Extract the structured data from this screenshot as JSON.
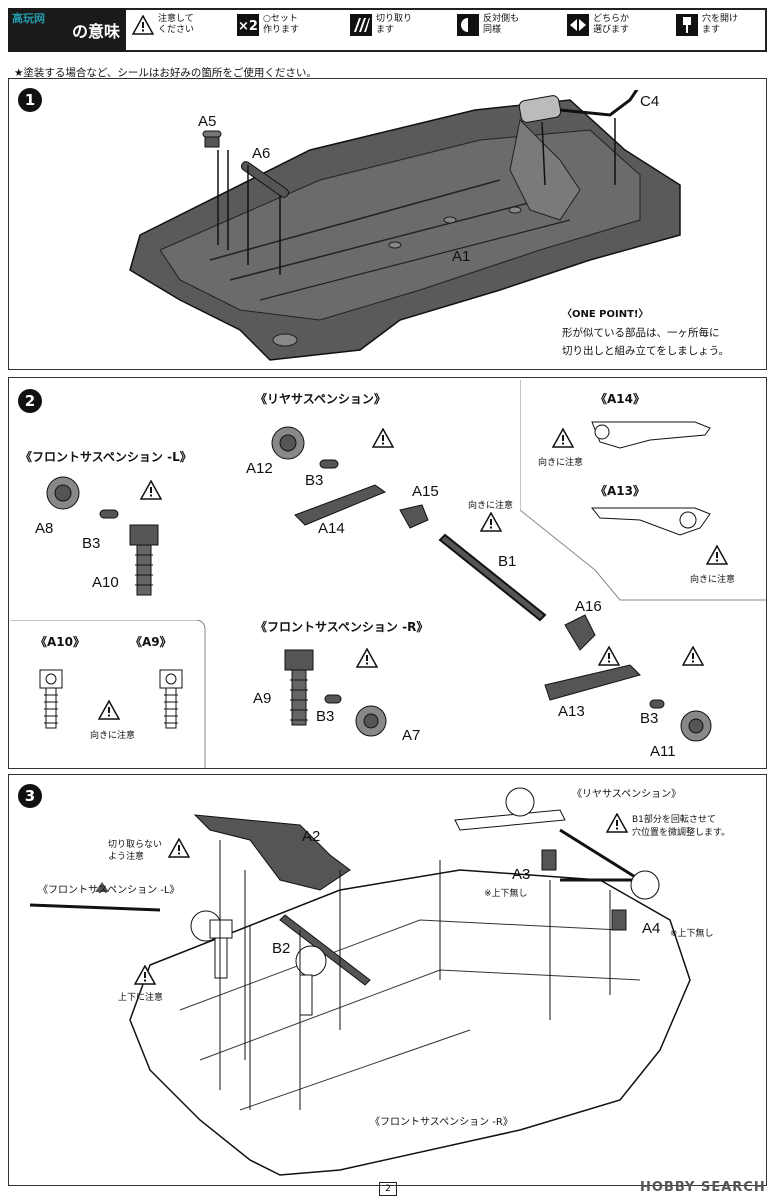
{
  "header": {
    "title": "の意味",
    "watermark_logo": "高玩网",
    "legend": [
      {
        "icon": "warning-icon",
        "label": "注意して\nください"
      },
      {
        "icon": "times-two-icon",
        "label": "○セット\n作ります"
      },
      {
        "icon": "cut-icon",
        "label": "切り取り\nます"
      },
      {
        "icon": "opposite-side-icon",
        "label": "反対側も\n同様"
      },
      {
        "icon": "either-icon",
        "label": "どちらか\n選びます"
      },
      {
        "icon": "drill-hole-icon",
        "label": "穴を開け\nます"
      }
    ]
  },
  "intro_note": "★塗装する場合など、シールはお好みの箇所をご使用ください。",
  "step1": {
    "number": "1",
    "labels": {
      "a5": "A5",
      "a6": "A6",
      "c4": "C4",
      "a1": "A1"
    },
    "one_point_title": "〈ONE POINT!〉",
    "one_point_text_1": "形が似ている部品は、一ヶ所毎に",
    "one_point_text_2": "切り出しと組み立てをしましょう。"
  },
  "step2": {
    "number": "2",
    "front_l_title": "《フロントサスペンション -L》",
    "rear_title": "《リヤサスペンション》",
    "front_r_title": "《フロントサスペンション -R》",
    "a14_title": "《A14》",
    "a13_title": "《A13》",
    "a10_title": "《A10》",
    "a9_title": "《A9》",
    "orientation_note": "向きに注意",
    "labels": {
      "a8": "A8",
      "b3_l": "B3",
      "a10": "A10",
      "a12": "A12",
      "b3_r": "B3",
      "a15": "A15",
      "a14": "A14",
      "b1": "B1",
      "a16": "A16",
      "a13": "A13",
      "b3_rr": "B3",
      "a11": "A11",
      "a9": "A9",
      "b3_fr": "B3",
      "a7": "A7"
    }
  },
  "step3": {
    "number": "3",
    "rear_title": "《リヤサスペンション》",
    "front_l_title": "《フロントサスペンション -L》",
    "front_r_title": "《フロントサスペンション -R》",
    "no_cut_note_1": "切り取らない",
    "no_cut_note_2": "よう注意",
    "updown_note": "上下に注意",
    "b1_note_1": "B1部分を回転させて",
    "b1_note_2": "穴位置を微調整します。",
    "no_updown_1": "※上下無し",
    "no_updown_2": "※上下無し",
    "labels": {
      "a2": "A2",
      "b2": "B2",
      "a3": "A3",
      "a4": "A4"
    }
  },
  "footer": {
    "page": "2",
    "watermark": "HOBBY SEARCH"
  }
}
